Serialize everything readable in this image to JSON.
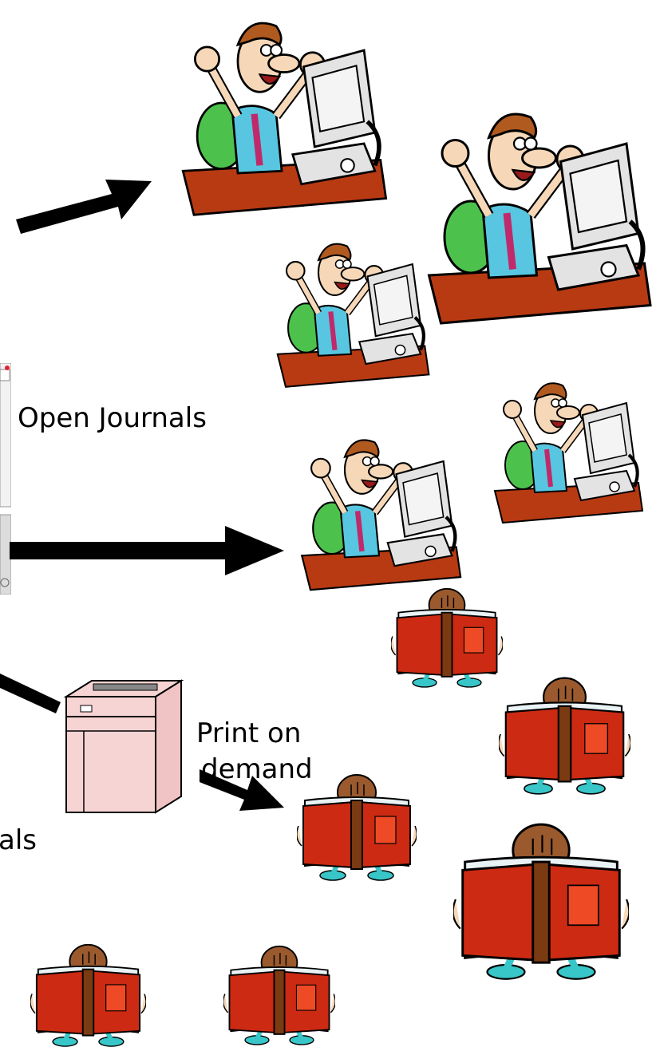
{
  "labels": {
    "open_journals": "Open Journals",
    "print_on": "Print on",
    "demand": "demand",
    "partial_journals": "als"
  },
  "colors": {
    "book_red": "#cc2a12",
    "book_spine": "#7a3a12",
    "book_pages": "#e9f3f6",
    "head_brown": "#9a5a2e",
    "feet_cyan": "#38c6c8",
    "desk_red": "#b83a12",
    "monitor_grey": "#e3e3e3",
    "printer_pink": "#f7d4d4",
    "skin": "#f6d8b8",
    "hair": "#b05a20",
    "shirt": "#58c6e0",
    "chair_green": "#4cc24c",
    "arrow_black": "#000000"
  },
  "icons": {
    "user_at_computer": "user-at-computer-icon",
    "reader_with_book": "reader-with-book-icon",
    "printer": "printer-icon",
    "arrow": "arrow-icon"
  }
}
